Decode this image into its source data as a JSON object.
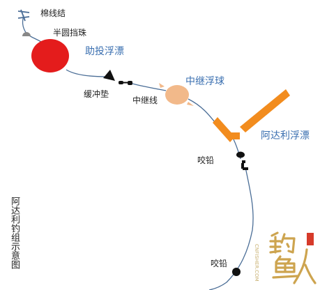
{
  "title": "阿达利钓组示意图",
  "labels": {
    "cotton_knot": "棉线结",
    "half_round_stopper": "半圆挡珠",
    "assist_float": "助投浮漂",
    "buffer_pad": "缓冲垫",
    "relay_line": "中继线",
    "relay_float": "中继浮球",
    "adali_float": "阿达利浮漂",
    "bite_lead_1": "咬铅",
    "bite_lead_2": "咬铅"
  },
  "watermark": {
    "domain": "CNFISHER.COM",
    "logo_text": "钓鱼人"
  },
  "colors": {
    "line": "#4a6d96",
    "assist_float": "#e41c1c",
    "relay_float": "#f2b98a",
    "adali_float": "#f28c1e",
    "label_accent": "#3a6fb0",
    "weights": "#111111",
    "logo": "#c89b3c"
  }
}
